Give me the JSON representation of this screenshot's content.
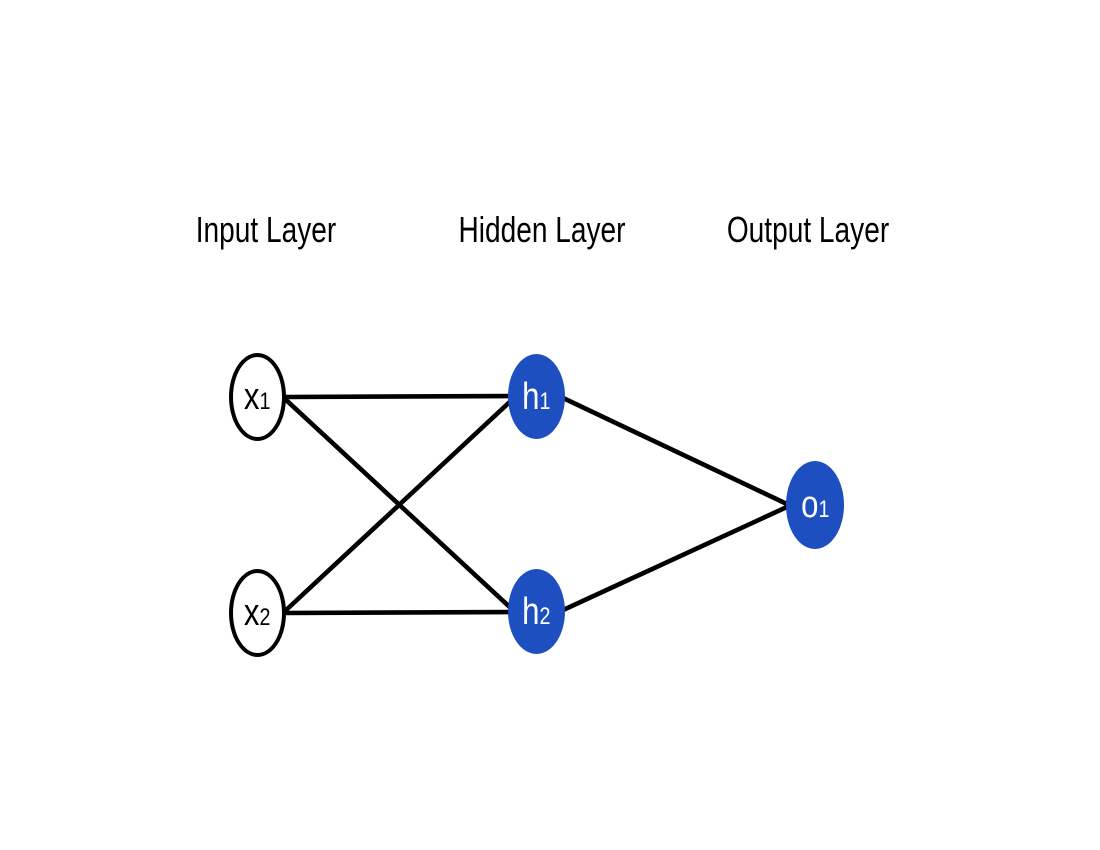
{
  "diagram": {
    "type": "neural-network",
    "background_color": "#ffffff",
    "colors": {
      "input_node_fill": "#ffffff",
      "input_node_border": "#000000",
      "hidden_node_fill": "#1d4fc0",
      "output_node_fill": "#1d4fc0",
      "edge_color": "#000000",
      "label_on_blue_nodes": "#ffffff",
      "label_on_white_nodes": "#000000",
      "header_text": "#000000"
    },
    "layers": [
      {
        "id": "input",
        "label": "Input Layer",
        "node_ids": [
          "x1",
          "x2"
        ]
      },
      {
        "id": "hidden",
        "label": "Hidden Layer",
        "node_ids": [
          "h1",
          "h2"
        ]
      },
      {
        "id": "output",
        "label": "Output Layer",
        "node_ids": [
          "o1"
        ]
      }
    ],
    "nodes": [
      {
        "id": "x1",
        "base": "x",
        "sub": "1",
        "layer": "input"
      },
      {
        "id": "x2",
        "base": "x",
        "sub": "2",
        "layer": "input"
      },
      {
        "id": "h1",
        "base": "h",
        "sub": "1",
        "layer": "hidden"
      },
      {
        "id": "h2",
        "base": "h",
        "sub": "2",
        "layer": "hidden"
      },
      {
        "id": "o1",
        "base": "o",
        "sub": "1",
        "layer": "output"
      }
    ],
    "edges": [
      {
        "from": "x1",
        "to": "h1"
      },
      {
        "from": "x1",
        "to": "h2"
      },
      {
        "from": "x2",
        "to": "h1"
      },
      {
        "from": "x2",
        "to": "h2"
      },
      {
        "from": "h1",
        "to": "o1"
      },
      {
        "from": "h2",
        "to": "o1"
      }
    ]
  }
}
